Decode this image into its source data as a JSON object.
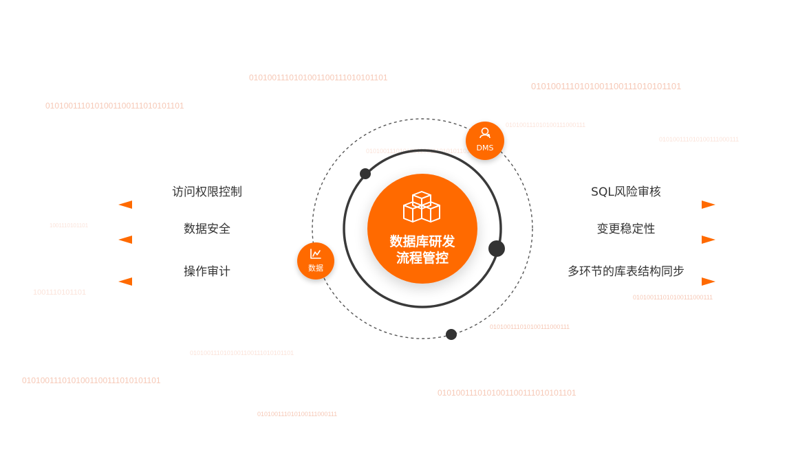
{
  "center": {
    "line1": "数据库研发",
    "line2": "流程管控",
    "icon": "boxes-icon"
  },
  "badges": {
    "dms": {
      "label": "DMS",
      "icon": "user-shield-icon"
    },
    "data": {
      "label": "数据",
      "icon": "line-chart-icon"
    }
  },
  "left_features": [
    {
      "label": "访问权限控制"
    },
    {
      "label": "数据安全"
    },
    {
      "label": "操作审计"
    }
  ],
  "right_features": [
    {
      "label": "SQL风险审核"
    },
    {
      "label": "变更稳定性"
    },
    {
      "label": "多环节的库表结构同步"
    }
  ],
  "binary_strings": [
    "0101001110101001100111010101101",
    "0101001110101001100111010101101",
    "0101001110101001100111010101101",
    "0101001110101001100111010101101",
    "0101001110101001100111010101101",
    "010100111010100111000111",
    "010100111010100111000111",
    "010100111010100111000111",
    "010100111010100111000111",
    "010100111010100111000111",
    "1001110101101",
    "0101001110101001100111010101101",
    "1001110101101",
    "0101001110101001100111010101101"
  ],
  "colors": {
    "accent": "#ff6a00",
    "ring": "#3a3a3a",
    "binary": "#f6c8b6"
  }
}
